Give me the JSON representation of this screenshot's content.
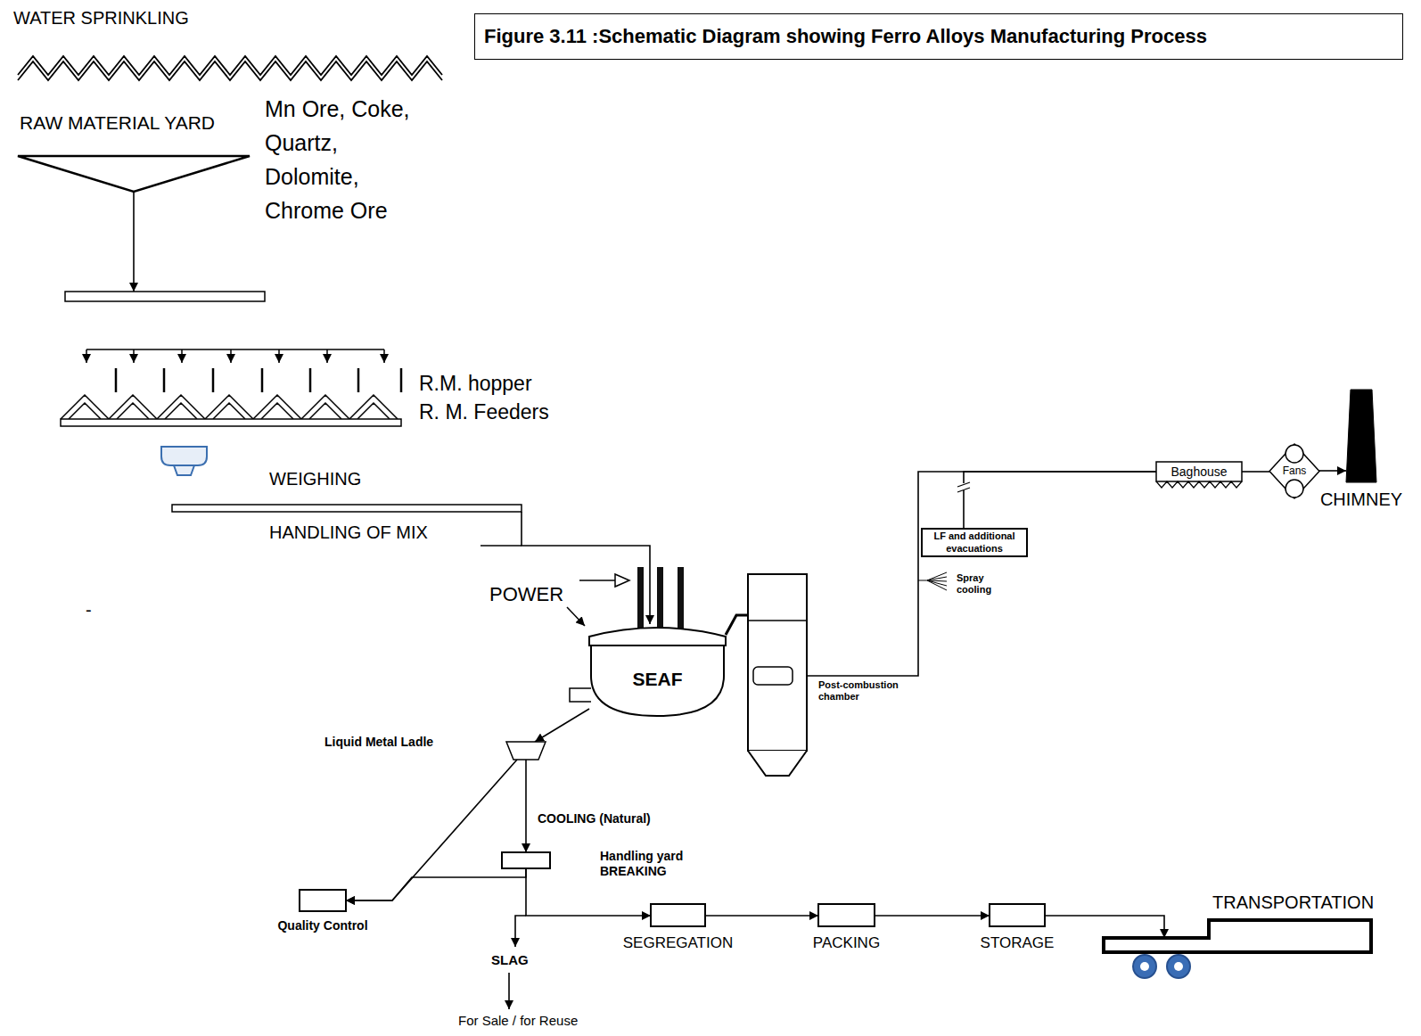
{
  "diagram": {
    "title": "Figure 3.11 :Schematic Diagram showing Ferro Alloys Manufacturing Process",
    "nodes": [
      {
        "text": [
          "RAW MATERIAL YARD",
          "Mn Ore, Coke, Quartz, Dolomite, Chrome Ore"
        ]
      },
      {
        "text": [
          "R.M. hopper",
          "R. M. Feeders"
        ]
      },
      {
        "text": [
          "WEIGHING",
          "HANDLING OF MIX"
        ]
      },
      {
        "text": [
          "SEAF"
        ]
      },
      {
        "text": [
          "Post-combustion chamber"
        ]
      },
      {
        "text": [
          "LF and additional evacuations"
        ]
      },
      {
        "text": [
          "Baghouse"
        ]
      },
      {
        "text": [
          "Fans"
        ]
      },
      {
        "text": [
          "CHIMNEY"
        ]
      },
      {
        "text": [
          "Liquid Metal Ladle"
        ]
      },
      {
        "text": [
          "COOLING (Natural)"
        ]
      },
      {
        "text": [
          "Quality Control"
        ]
      },
      {
        "text": [
          "SEGREGATION"
        ]
      },
      {
        "text": [
          "PACKING"
        ]
      },
      {
        "text": [
          "STORAGE"
        ]
      },
      {
        "text": [
          "TRANSPORTATION"
        ]
      }
    ],
    "edges": [
      {
        "from": 0,
        "to": 1,
        "arrow": "to"
      },
      {
        "from": 2,
        "to": 3,
        "arrow": "to"
      },
      {
        "from": 3,
        "to": 9,
        "arrow": "to"
      },
      {
        "from": 3,
        "to": 4,
        "arrow": "none"
      },
      {
        "from": 4,
        "to": 6,
        "arrow": "none"
      },
      {
        "from": 5,
        "to": 6,
        "arrow": "none"
      },
      {
        "from": 6,
        "to": 7,
        "arrow": "none"
      },
      {
        "from": 7,
        "to": 8,
        "arrow": "to"
      },
      {
        "from": 9,
        "to": 10,
        "arrow": "to"
      },
      {
        "from": 9,
        "to": 11,
        "arrow": "to"
      },
      {
        "from": 10,
        "to": 11,
        "arrow": "to"
      },
      {
        "from": 10,
        "to": 12,
        "arrow": "to"
      },
      {
        "from": 12,
        "to": 13,
        "arrow": "to"
      },
      {
        "from": 13,
        "to": 14,
        "arrow": "to"
      },
      {
        "from": 14,
        "to": 15,
        "arrow": "to"
      }
    ],
    "labels": [
      "WATER SPRINKLING",
      "POWER",
      "Spray cooling",
      "Handling yard BREAKING",
      "SLAG",
      "For Sale / for Reuse",
      "-"
    ]
  }
}
